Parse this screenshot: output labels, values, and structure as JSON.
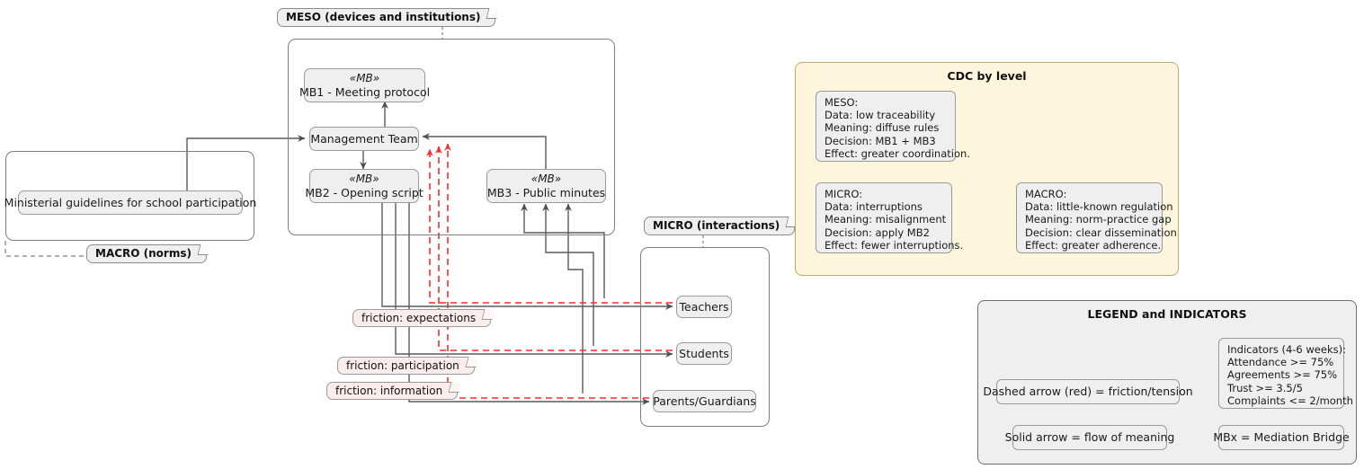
{
  "meso": {
    "note_label": "MESO (devices and institutions)",
    "nodes": {
      "mb1": {
        "stereotype": "«MB»",
        "label": "MB1 - Meeting protocol"
      },
      "management_team": {
        "label": "Management Team"
      },
      "mb2": {
        "stereotype": "«MB»",
        "label": "MB2 - Opening script"
      },
      "mb3": {
        "stereotype": "«MB»",
        "label": "MB3 - Public minutes"
      }
    }
  },
  "macro": {
    "note_label": "MACRO (norms)",
    "nodes": {
      "guidelines": {
        "label": "Ministerial guidelines for school participation"
      }
    }
  },
  "micro": {
    "note_label": "MICRO (interactions)",
    "nodes": {
      "teachers": {
        "label": "Teachers"
      },
      "students": {
        "label": "Students"
      },
      "parents": {
        "label": "Parents/Guardians"
      }
    }
  },
  "frictions": [
    {
      "label": "friction: expectations"
    },
    {
      "label": "friction: participation"
    },
    {
      "label": "friction: information"
    }
  ],
  "cdc_panel": {
    "title": "CDC by level",
    "cards": [
      {
        "id": "meso",
        "text": "MESO:\nData: low traceability\nMeaning: diffuse rules\nDecision: MB1 + MB3\nEffect: greater coordination."
      },
      {
        "id": "micro",
        "text": "MICRO:\nData: interruptions\nMeaning: misalignment\nDecision: apply MB2\nEffect: fewer interruptions."
      },
      {
        "id": "macro",
        "text": "MACRO:\nData: little-known regulation\nMeaning: norm-practice gap\nDecision: clear dissemination\nEffect: greater adherence."
      }
    ]
  },
  "legend_panel": {
    "title": "LEGEND and INDICATORS",
    "items": [
      {
        "id": "dashed",
        "text": "Dashed arrow (red) = friction/tension"
      },
      {
        "id": "solid",
        "text": "Solid arrow = flow of meaning"
      },
      {
        "id": "mbx",
        "text": "MBx = Mediation Bridge"
      }
    ],
    "indicators": {
      "text": "Indicators (4-6 weeks):\nAttendance >= 75%\nAgreements >= 75%\nTrust >= 3.5/5\nComplaints <= 2/month"
    }
  },
  "colors": {
    "friction_red": "#FF2A2A",
    "arrow_gray": "#5A5A5A",
    "node_fill": "#EFEFEF",
    "cdc_fill": "#FDF6DC",
    "legend_fill": "#EFEFEF"
  }
}
